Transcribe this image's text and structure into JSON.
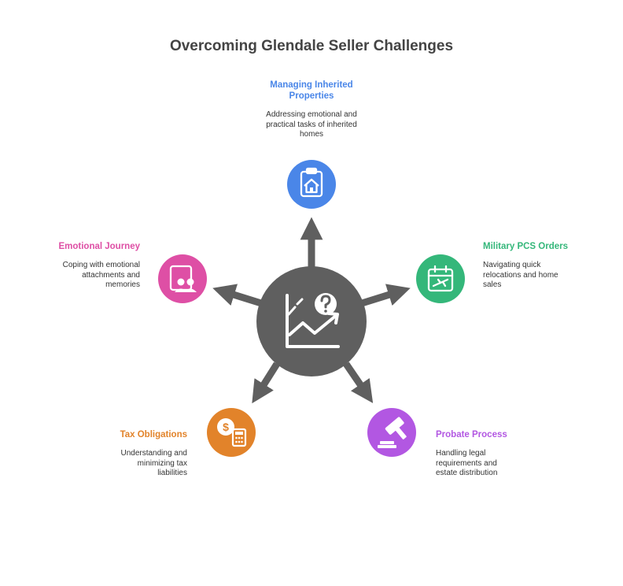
{
  "title": "Overcoming Glendale Seller Challenges",
  "colors": {
    "hub": "#5f5f5f",
    "arrow": "#5f5f5f",
    "title": "#444444"
  },
  "center": {
    "icon": "chart-question-icon"
  },
  "items": [
    {
      "label": "Managing Inherited Properties",
      "description": "Addressing emotional and practical tasks of inherited homes",
      "color": "#4a86e8",
      "icon": "clipboard-house-icon"
    },
    {
      "label": "Military PCS Orders",
      "description": "Navigating quick relocations and home sales",
      "color": "#34b77a",
      "icon": "calendar-plane-icon"
    },
    {
      "label": "Probate Process",
      "description": "Handling legal requirements and estate distribution",
      "color": "#b257e2",
      "icon": "gavel-icon"
    },
    {
      "label": "Tax Obligations",
      "description": "Understanding and minimizing tax liabilities",
      "color": "#e2832a",
      "icon": "dollar-calculator-icon"
    },
    {
      "label": "Emotional Journey",
      "description": "Coping with emotional attachments and memories",
      "color": "#de4fa5",
      "icon": "frame-people-icon"
    }
  ]
}
